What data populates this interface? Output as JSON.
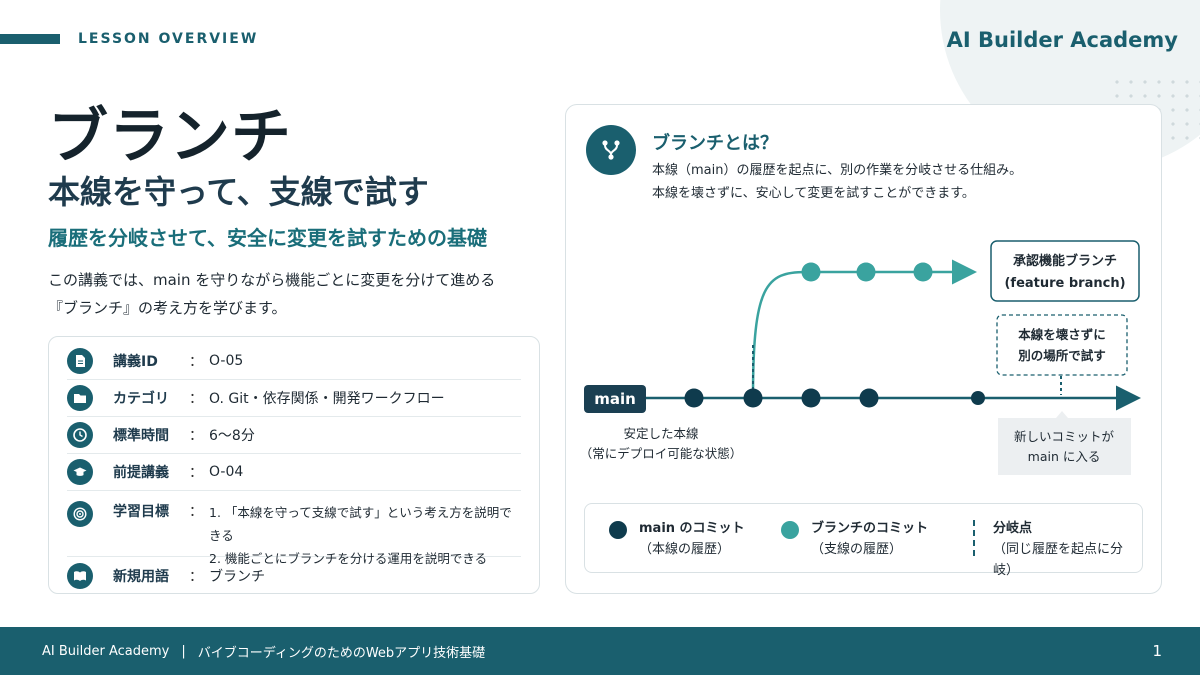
{
  "header": {
    "overview_label": "LESSON OVERVIEW",
    "brand": "AI Builder Academy"
  },
  "hero": {
    "title": "ブランチ",
    "subtitle": "本線を守って、支線で試す",
    "tagline": "履歴を分岐させて、安全に変更を試すための基礎",
    "intro_line1": "この講義では、main を守りながら機能ごとに変更を分けて進める",
    "intro_line2": "『ブランチ』の考え方を学びます。"
  },
  "info": {
    "separator": "：",
    "rows": [
      {
        "icon": "document-icon",
        "key": "講義ID",
        "value": "O-05"
      },
      {
        "icon": "folder-icon",
        "key": "カテゴリ",
        "value": "O. Git・依存関係・開発ワークフロー"
      },
      {
        "icon": "clock-icon",
        "key": "標準時間",
        "value": "6〜8分"
      },
      {
        "icon": "graduation-cap-icon",
        "key": "前提講義",
        "value": "O-04"
      },
      {
        "icon": "target-icon",
        "key": "学習目標",
        "values": [
          "1. 「本線を守って支線で試す」という考え方を説明できる",
          "2. 機能ごとにブランチを分ける運用を説明できる"
        ]
      },
      {
        "icon": "book-icon",
        "key": "新規用語",
        "value": "ブランチ"
      }
    ]
  },
  "panel": {
    "icon": "branch-icon",
    "heading": "ブランチとは？",
    "desc_line1": "本線（main）の履歴を起点に、別の作業を分岐させる仕組み。",
    "desc_line2": "本線を壊さずに、安心して変更を試すことができます。",
    "diagram": {
      "main_label": "main",
      "main_caption_line1": "安定した本線",
      "main_caption_line2": "（常にデプロイ可能な状態）",
      "feature_label_line1": "承認機能ブランチ",
      "feature_label_line2": "(feature branch)",
      "note_line1": "本線を壊さずに",
      "note_line2": "別の場所で試す",
      "new_commit_line1": "新しいコミットが",
      "new_commit_line2": "main に入る",
      "main_commit_count": 5,
      "branch_commit_count": 3
    },
    "legend": [
      {
        "title": "main のコミット",
        "sub": "（本線の履歴）"
      },
      {
        "title": "ブランチのコミット",
        "sub": "（支線の履歴）"
      },
      {
        "title": "分岐点",
        "sub": "（同じ履歴を起点に分岐）"
      }
    ]
  },
  "colors": {
    "primary": "#1a5f6e",
    "main_commit": "#0f3b4d",
    "branch_commit": "#3aa39f"
  },
  "footer": {
    "brand": "AI Builder Academy",
    "divider": "|",
    "course": "バイブコーディングのためのWebアプリ技術基礎",
    "page": "1"
  }
}
